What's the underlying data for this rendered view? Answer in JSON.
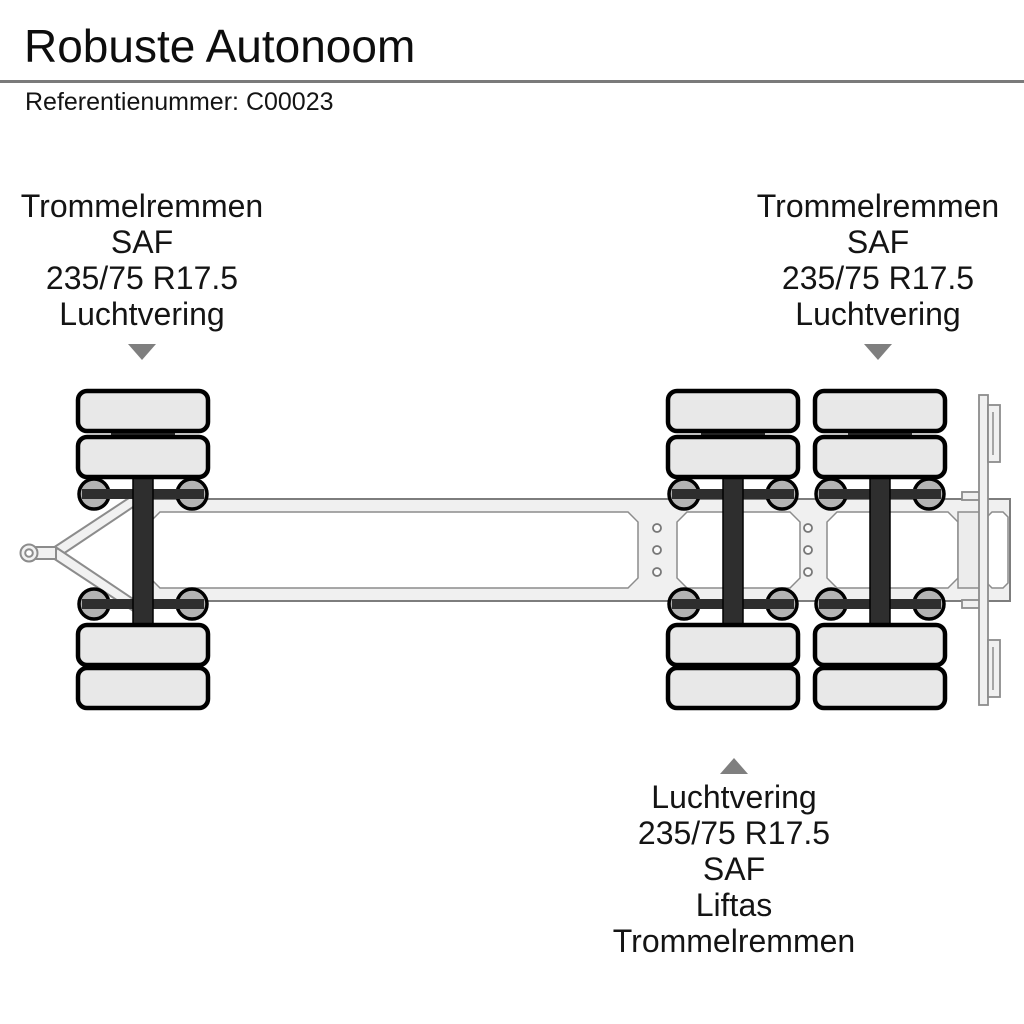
{
  "page": {
    "background_color": "#ffffff"
  },
  "header": {
    "title": "Robuste Autonoom",
    "reference": {
      "label": "Referentienummer:",
      "value": "C00023"
    },
    "divider_color": "#7a7a7a"
  },
  "annotations": {
    "front_axle": {
      "arrow_icon": "triangle-down",
      "lines": [
        "Trommelremmen",
        "SAF",
        "235/75 R17.5",
        "Luchtvering"
      ]
    },
    "rear_axle": {
      "arrow_icon": "triangle-down",
      "lines": [
        "Trommelremmen",
        "SAF",
        "235/75 R17.5",
        "Luchtvering"
      ]
    },
    "lift_axle": {
      "arrow_icon": "triangle-up",
      "lines": [
        "Luchtvering",
        "235/75 R17.5",
        "SAF",
        "Liftas",
        "Trommelremmen"
      ]
    }
  },
  "diagram": {
    "type": "trailer-top-view-axle-schematic",
    "axle_count": 3,
    "front_axles": 1,
    "rear_axles": 2,
    "tires_per_axle": 4,
    "colors": {
      "tire_fill": "#e8e8e8",
      "outline": "#000000",
      "frame_fill": "#f0f0f0",
      "frame_stroke": "#7d7d7d",
      "air_bellow_fill": "#b3b3b3",
      "axle_fill": "#2e2e2e",
      "arrow": "#7f7f7f"
    }
  }
}
